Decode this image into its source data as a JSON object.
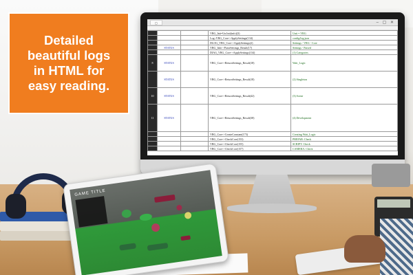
{
  "promo": {
    "line1": "Detailed",
    "line2": "beautiful logs",
    "line3": "in HTML for",
    "line4": "easy reading."
  },
  "colors": {
    "promo_bg": "#f07d1f",
    "status_text": "#1d2fb0",
    "log_number_bg": "#2a2a2a"
  },
  "log_rows": [
    {
      "num": "",
      "status": "",
      "time": "",
      "msg": "VRG_Init=Un.Init(info)(3)",
      "info": "Unit = VRG"
    },
    {
      "num": "",
      "status": "",
      "time": "",
      "msg": "Log::VRG_Core->ApplySettings(134)",
      "info": "config/log.json"
    },
    {
      "num": "",
      "status": "",
      "time": "",
      "msg": "DLOG_VRG_Core->ApplySettings(2)",
      "info": "Settings - VRG - Core"
    },
    {
      "num": "",
      "status": "STATUS",
      "time": "",
      "msg": "VRG_Info->ParseSettings_Result(17)",
      "info": "Settings - Parsed"
    },
    {
      "num": "",
      "status": "",
      "time": "",
      "msg": "DIAG_VRG_Core->ApplySettings(134)",
      "info": "(1) Categories"
    },
    {
      "num": "8",
      "status": "STATUS",
      "time": "",
      "msg": "VRG_Core->ReturnSettings_Result(18)",
      "info": "Wait_Logic"
    },
    {
      "num": "",
      "status": "STATUS",
      "time": "",
      "msg": "VRG_Core->ReturnSettings_Result(18)",
      "info": "(2) Singleton"
    },
    {
      "num": "10",
      "status": "STATUS",
      "time": "",
      "msg": "VRG_Core->ReturnSettings_Result(42)",
      "info": "(3) Scene"
    },
    {
      "num": "11",
      "status": "STATUS",
      "time": "",
      "msg": "VRG_Core->ReturnSettings_Result(38)",
      "info": "(4) Development"
    },
    {
      "num": "",
      "status": "",
      "time": "",
      "msg": "VRG_Core->CreateConstant(173)",
      "info": "Creating Wait_Logic"
    },
    {
      "num": "",
      "status": "",
      "time": "",
      "msg": "VRG_Core->CheckCore(153)",
      "info": "PREFAB: Check"
    },
    {
      "num": "",
      "status": "",
      "time": "",
      "msg": "VRG_Core->CheckCore(155)",
      "info": "SCRIPT: Check"
    },
    {
      "num": "",
      "status": "",
      "time": "",
      "msg": "VRG_Core->CheckCore(157)",
      "info": "CAMERA: Check"
    }
  ],
  "tablet": {
    "game_title": "GAME TITLE"
  }
}
